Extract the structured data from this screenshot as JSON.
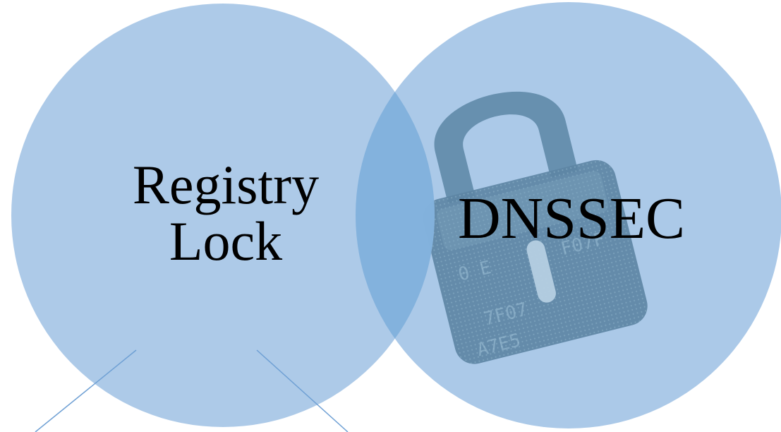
{
  "diagram": {
    "type": "venn",
    "circles": [
      {
        "name": "registry-lock",
        "label_lines": [
          "Registry",
          "Lock"
        ]
      },
      {
        "name": "dnssec",
        "label": "DNSSEC"
      }
    ],
    "colors": {
      "circle_fill": "#a8c8e8",
      "overlap_fill": "#7faedc",
      "connector_line": "#6fa0d4",
      "padlock": "#5f8aa8",
      "text": "#000000"
    },
    "background_image": "padlock-icon"
  }
}
